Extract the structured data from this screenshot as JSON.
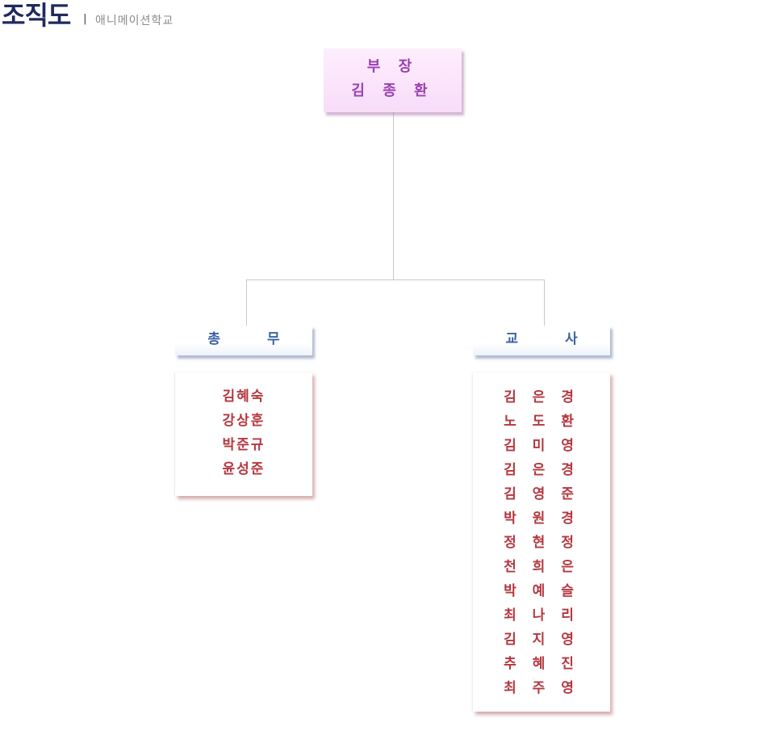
{
  "header": {
    "title": "조직도",
    "separator": "|",
    "subtitle": "애니메이션학교"
  },
  "head": {
    "role": "부 장",
    "name": "김 종 환"
  },
  "departments": [
    {
      "label": "총 무",
      "members": [
        "김혜숙",
        "강상훈",
        "박준규",
        "윤성준"
      ]
    },
    {
      "label": "교 사",
      "members": [
        "김 은 경",
        "노 도 환",
        "김 미 영",
        "김 은 경",
        "김 영 준",
        "박 원 경",
        "정 현 정",
        "천 희 은",
        "박 예 슬",
        "최 나 리",
        "김 지 영",
        "추 혜 진",
        "최 주 영"
      ]
    }
  ],
  "colors": {
    "title": "#1f2a5c",
    "head_text": "#9b3fb4",
    "dept_text": "#3a62a5",
    "member_text": "#b5373f"
  }
}
